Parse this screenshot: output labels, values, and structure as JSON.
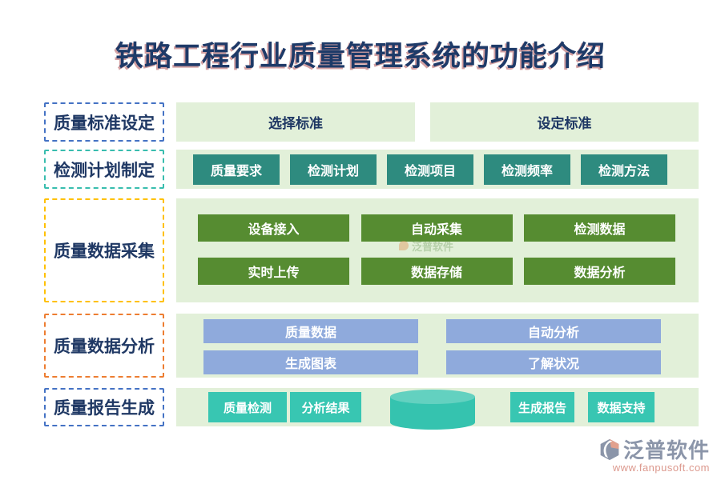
{
  "page_title": "铁路工程行业质量管理系统的功能介绍",
  "sections": [
    {
      "label": "质量标准设定",
      "items": [
        "选择标准",
        "设定标准"
      ]
    },
    {
      "label": "检测计划制定",
      "items": [
        "质量要求",
        "检测计划",
        "检测项目",
        "检测频率",
        "检测方法"
      ]
    },
    {
      "label": "质量数据采集",
      "rows": [
        [
          "设备接入",
          "自动采集",
          "检测数据"
        ],
        [
          "实时上传",
          "数据存储",
          "数据分析"
        ]
      ]
    },
    {
      "label": "质量数据分析",
      "rows": [
        [
          "质量数据",
          "自动分析"
        ],
        [
          "生成图表",
          "了解状况"
        ]
      ]
    },
    {
      "label": "质量报告生成",
      "left_items": [
        "质量检测",
        "分析结果"
      ],
      "right_items": [
        "生成报告",
        "数据支持"
      ],
      "center_icon": "database-cylinder"
    }
  ],
  "watermark_text": "泛普软件",
  "footer_logo": {
    "brand": "泛普软件",
    "website": "www.fanpusoft.com"
  },
  "colors": {
    "title_text": "#1e3a68",
    "label_text": "#1f3864",
    "light_green_bg": "#e2f0d9",
    "teal_button": "#2e8b7f",
    "green_button": "#568c31",
    "periwinkle_button": "#8faadc",
    "turquoise_button": "#38c6b2",
    "border_blue": "#4472c4",
    "border_teal": "#38bdae",
    "border_gold": "#ffc000",
    "border_orange": "#ed7d31",
    "brand_grey": "#8b95a9",
    "site_salmon": "#dc998e"
  }
}
